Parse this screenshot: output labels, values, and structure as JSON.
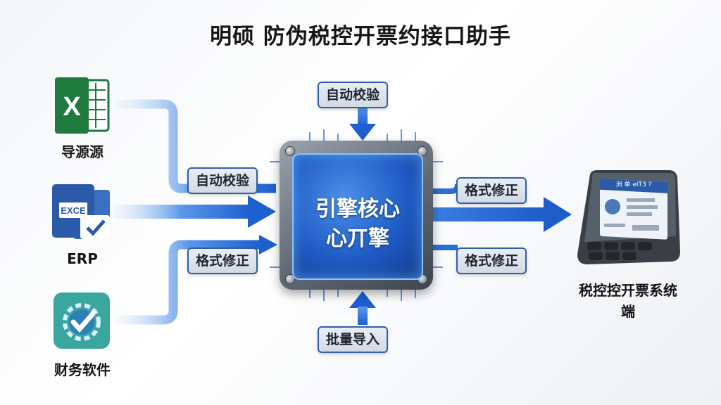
{
  "title": "明硕 防伪税控开票约接口助手",
  "sources": {
    "excel": {
      "label": "导源源",
      "icon_text": "X"
    },
    "erp": {
      "label": "ERP",
      "icon_text": "EXCE"
    },
    "finance": {
      "label": "财务软件"
    }
  },
  "core": {
    "line1": "引擎核心",
    "line2": "心丌擎"
  },
  "tags": {
    "top": "自动校验",
    "left_top": "自动校验",
    "left_bottom": "格式修正",
    "right_top": "格式修正",
    "right_bottom": "格式修正",
    "bottom": "批量导入"
  },
  "device": {
    "label_line1": "税控控开票系统",
    "label_line2": "端",
    "screen_title": "洲 单 eIT3 ?"
  },
  "colors": {
    "flow_blue": "#2a6fd6",
    "excel_green": "#1f7a3e",
    "erp_blue": "#2b5aa8",
    "finance_teal": "#3aa6a0"
  }
}
